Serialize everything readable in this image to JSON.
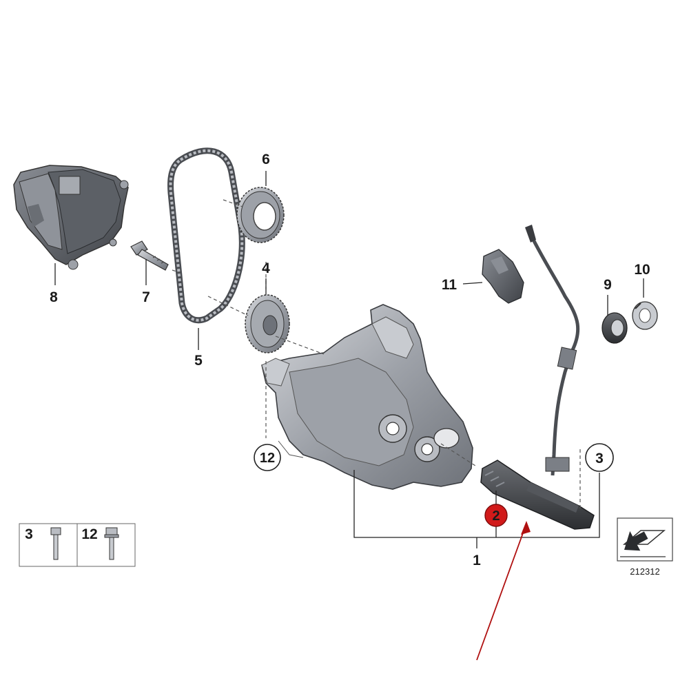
{
  "callouts": {
    "c1": "1",
    "c2": "2",
    "c3": "3",
    "c4": "4",
    "c5": "5",
    "c6": "6",
    "c7": "7",
    "c8": "8",
    "c9": "9",
    "c10": "10",
    "c11": "11",
    "c12": "12"
  },
  "legend": {
    "left_num": "3",
    "right_num": "12"
  },
  "reference_number": "212312",
  "colors": {
    "highlight": "#d11a1a",
    "arrow": "#b01010",
    "part_dark": "#4a4d52",
    "part_mid": "#7b7f86",
    "part_light": "#b9bcc2"
  }
}
